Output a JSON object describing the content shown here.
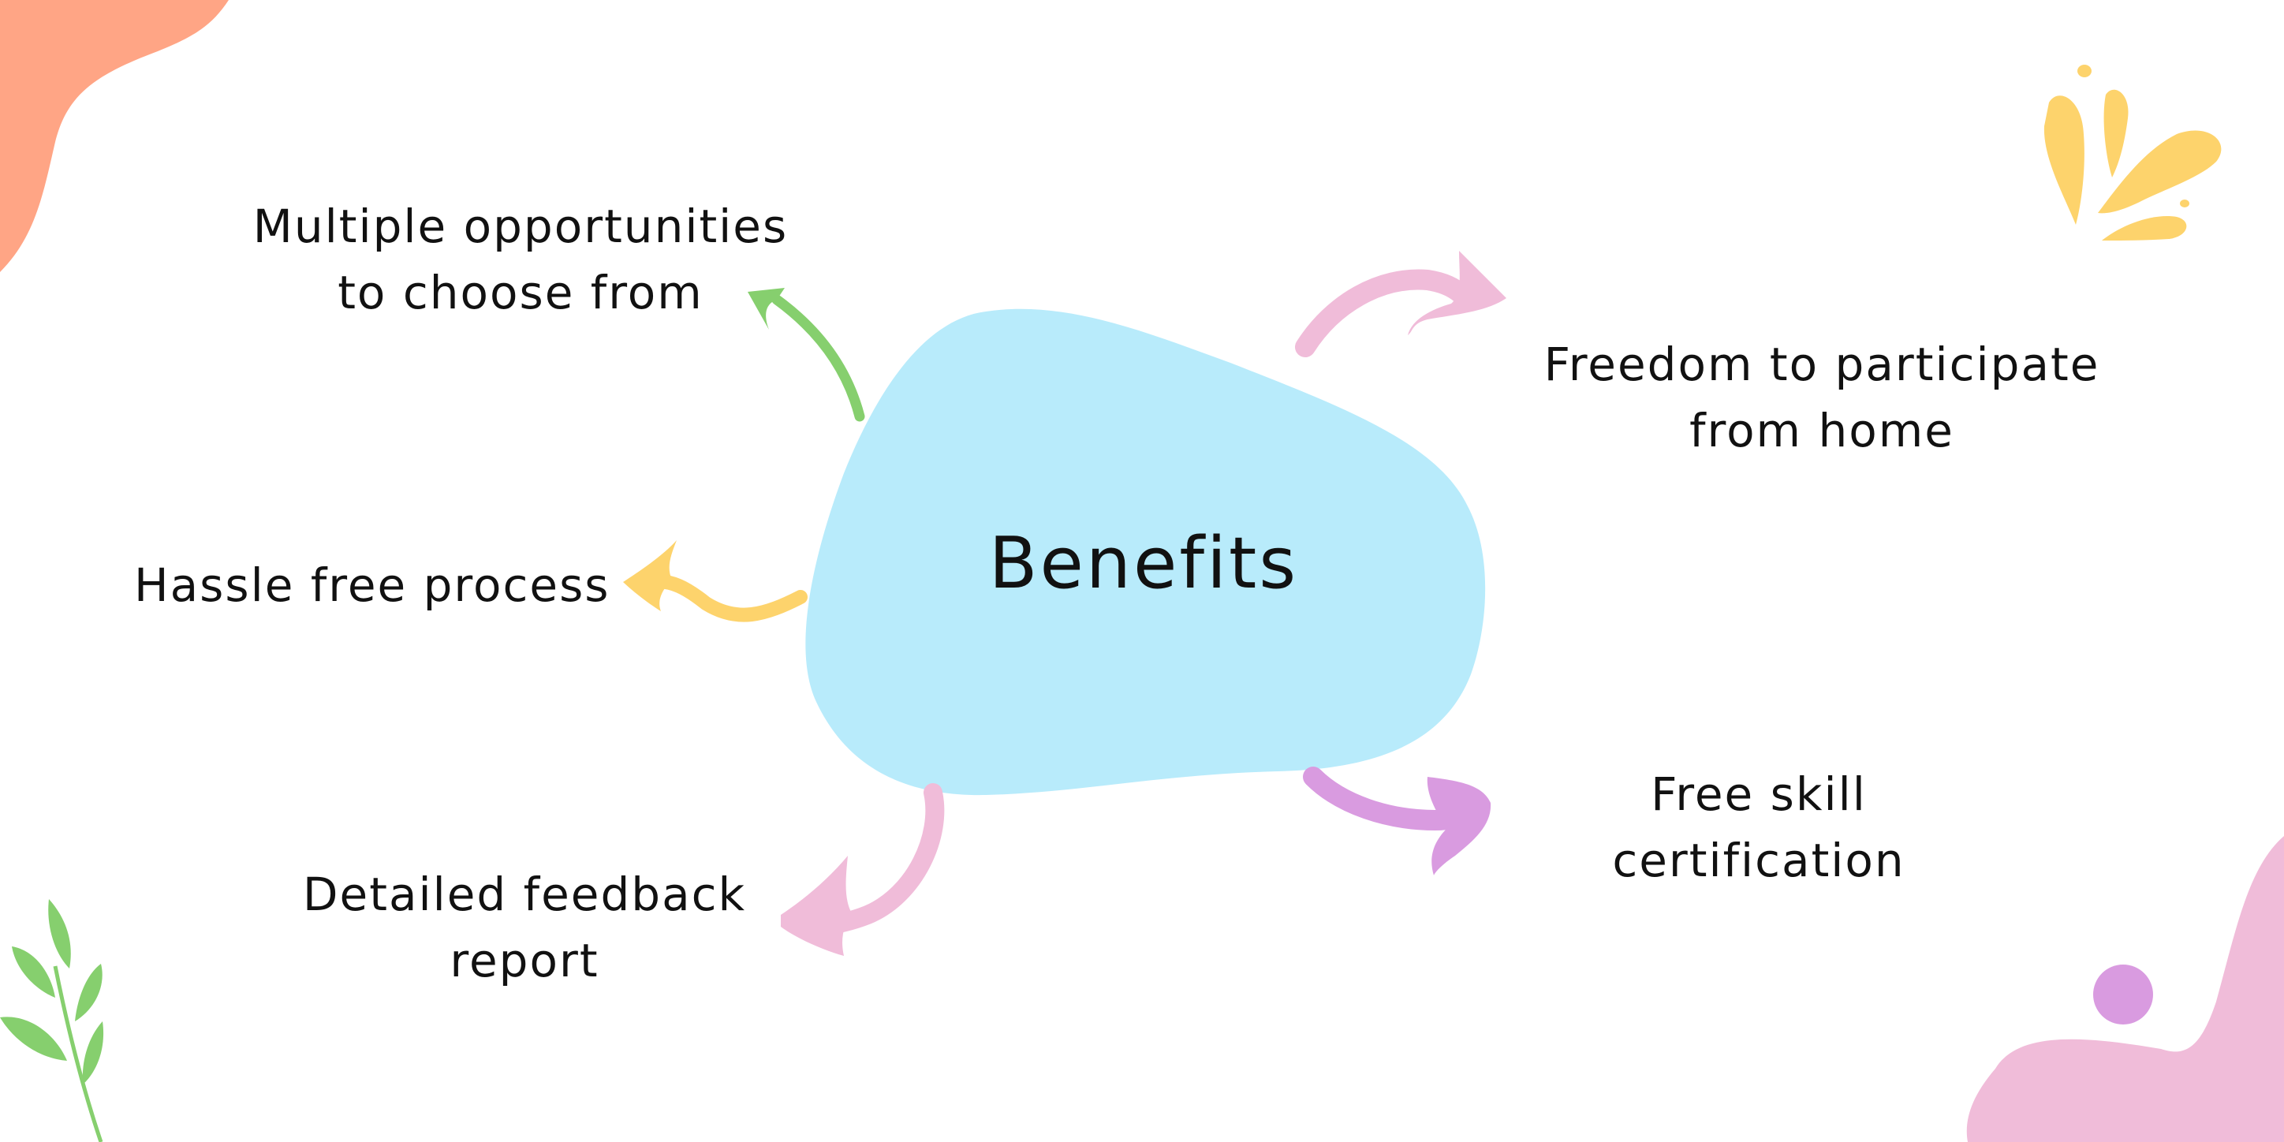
{
  "diagram": {
    "center": {
      "label": "Benefits"
    },
    "benefits": [
      {
        "id": "opportunities",
        "lines": [
          "Multiple opportunities",
          "to choose from"
        ]
      },
      {
        "id": "hassle",
        "lines": [
          "Hassle free process"
        ]
      },
      {
        "id": "feedback",
        "lines": [
          "Detailed feedback",
          "report"
        ]
      },
      {
        "id": "freedom",
        "lines": [
          "Freedom to participate",
          "from home"
        ]
      },
      {
        "id": "certification",
        "lines": [
          "Free skill",
          "certification"
        ]
      }
    ]
  },
  "colors": {
    "blob": "#b8ebfb",
    "arrow_green": "#86cf6e",
    "arrow_yellow": "#fdd36c",
    "arrow_pink": "#f0bcd9",
    "arrow_purple": "#d99be0",
    "corner_orange": "#ffa585",
    "corner_pink": "#f0bcd9",
    "dot_purple": "#d99be0",
    "splash_yellow": "#fdd36c",
    "leaf_green": "#86cf6e",
    "text": "#111111"
  }
}
